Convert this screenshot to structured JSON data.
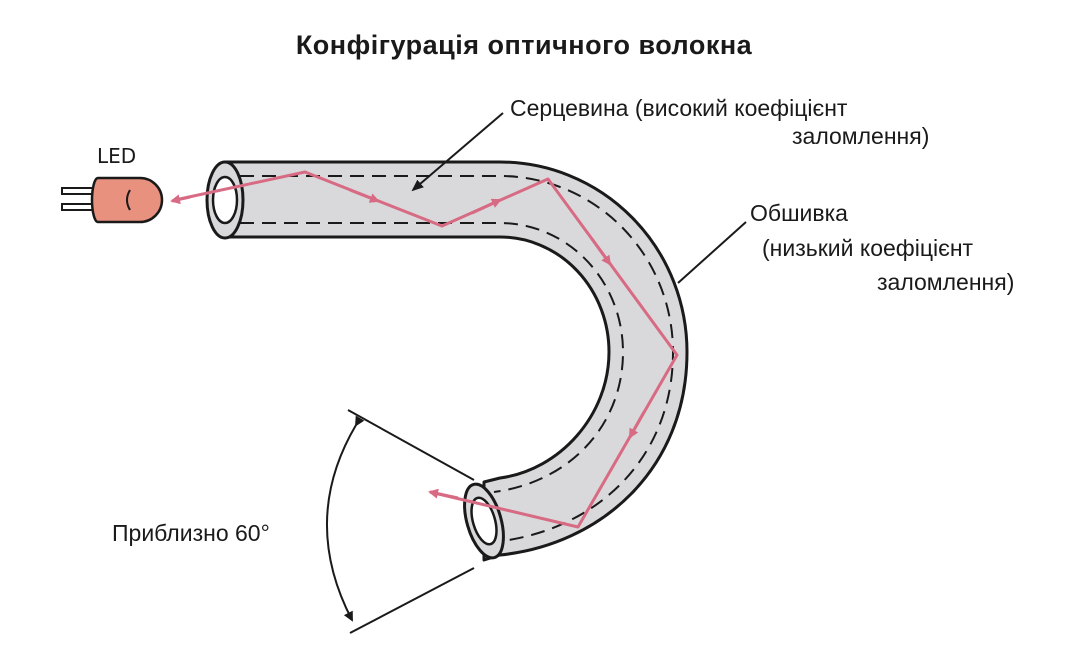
{
  "title": "Конфігурація оптичного волокна",
  "labels": {
    "core_line1": "Серцевина (високий коефіцієнт",
    "core_line2": "заломлення)",
    "cladding_line1": "Обшивка",
    "cladding_line2": "(низький коефіцієнт",
    "cladding_line3": "заломлення)",
    "led": "LED",
    "angle": "Приблизно 60°"
  },
  "colors": {
    "fiber_fill": "#d9d9db",
    "outline": "#1a1a1a",
    "ray": "#d86b84",
    "led_body": "#e8917f"
  }
}
